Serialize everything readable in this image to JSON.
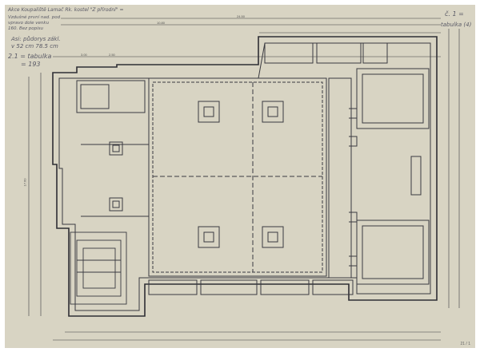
{
  "notes": {
    "title_line": "Akce Koupaliště Lamač Rk. kostel \"Z přírodní\" =",
    "line2": "Vzdušné první nad. pod",
    "line3": "vpravo dole venku",
    "line4": "160. Bez popisu",
    "line5": "Asi: půdorys zákl.",
    "line6": "v 52 cm  78.5 cm",
    "sheet_ref": "2.1 = tabulka",
    "sheet_no": "= 193"
  },
  "top_right_notes": {
    "line1": "č. 1 =",
    "line2": "tabulka (4)"
  },
  "dimensions": {
    "overall": "24.50",
    "top": "10.80",
    "left": "3.00",
    "mid": "2.50",
    "height": "17.60"
  },
  "corner_mark": "21 / 1",
  "colors": {
    "paper": "#d8d4c3",
    "ink": "#3c3c42"
  }
}
